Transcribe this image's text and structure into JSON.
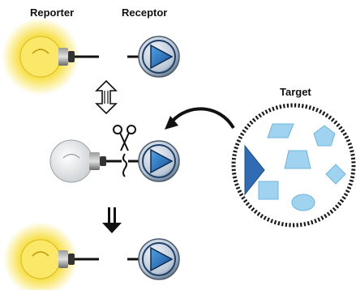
{
  "labels": {
    "reporter": "Reporter",
    "receptor": "Receptor",
    "target": "Target"
  },
  "icons": {
    "bulb_on": "lightbulb-lit-icon",
    "bulb_off": "lightbulb-unlit-icon",
    "receptor": "play-triangle-circle-icon",
    "scissors": "scissors-icon",
    "double_arrow_vertical": "double-arrow-up-down-icon",
    "double_arrow_down": "double-arrow-down-icon",
    "curved_arrow": "curved-arrow-left-icon"
  },
  "colors": {
    "bulb_glow": "#f7e04a",
    "receptor_blue": "#1f66b5",
    "target_shape": "#9fd3f0",
    "target_active": "#2f6cb3",
    "target_border": "#1a1a1a"
  },
  "target_shapes": [
    "parallelogram",
    "pentagon",
    "triangle",
    "trapezoid",
    "diamond",
    "square",
    "ellipse"
  ]
}
